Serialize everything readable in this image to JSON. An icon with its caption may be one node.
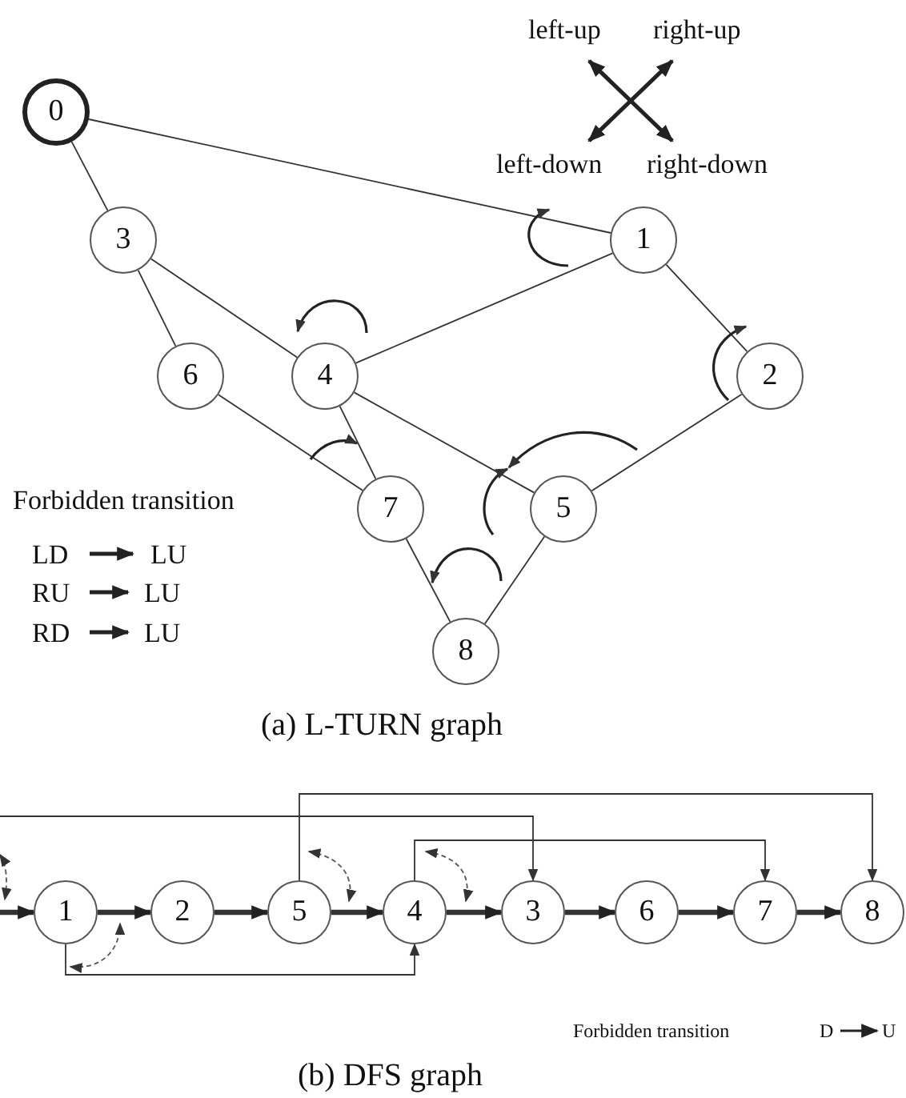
{
  "diagram": {
    "nodes": [
      {
        "text": [
          "0"
        ]
      },
      {
        "text": [
          "1"
        ]
      },
      {
        "text": [
          "2"
        ]
      },
      {
        "text": [
          "3"
        ]
      },
      {
        "text": [
          "4"
        ]
      },
      {
        "text": [
          "5"
        ]
      },
      {
        "text": [
          "6"
        ]
      },
      {
        "text": [
          "7"
        ]
      },
      {
        "text": [
          "8"
        ]
      },
      {
        "text": [
          "1"
        ]
      },
      {
        "text": [
          "2"
        ]
      },
      {
        "text": [
          "5"
        ]
      },
      {
        "text": [
          "4"
        ]
      },
      {
        "text": [
          "3"
        ]
      },
      {
        "text": [
          "6"
        ]
      },
      {
        "text": [
          "7"
        ]
      },
      {
        "text": [
          "8"
        ]
      }
    ],
    "edges": [
      {
        "from": 0,
        "to": 3,
        "arrow": "none"
      },
      {
        "from": 0,
        "to": 1,
        "arrow": "none"
      },
      {
        "from": 3,
        "to": 6,
        "arrow": "none"
      },
      {
        "from": 3,
        "to": 4,
        "arrow": "none"
      },
      {
        "from": 1,
        "to": 4,
        "arrow": "none"
      },
      {
        "from": 1,
        "to": 2,
        "arrow": "none"
      },
      {
        "from": 4,
        "to": 7,
        "arrow": "none"
      },
      {
        "from": 4,
        "to": 5,
        "arrow": "none"
      },
      {
        "from": 6,
        "to": 7,
        "arrow": "none"
      },
      {
        "from": 2,
        "to": 5,
        "arrow": "none"
      },
      {
        "from": 7,
        "to": 8,
        "arrow": "none"
      },
      {
        "from": 5,
        "to": 8,
        "arrow": "none"
      },
      {
        "from": null,
        "to": 9,
        "arrow": "to",
        "style": "thick"
      },
      {
        "from": 9,
        "to": 10,
        "arrow": "to",
        "style": "thick"
      },
      {
        "from": 10,
        "to": 11,
        "arrow": "to",
        "style": "thick"
      },
      {
        "from": 11,
        "to": 12,
        "arrow": "to",
        "style": "thick"
      },
      {
        "from": 12,
        "to": 13,
        "arrow": "to",
        "style": "thick"
      },
      {
        "from": 13,
        "to": 14,
        "arrow": "to",
        "style": "thick"
      },
      {
        "from": 14,
        "to": 15,
        "arrow": "to",
        "style": "thick"
      },
      {
        "from": 15,
        "to": 16,
        "arrow": "to",
        "style": "thick"
      },
      {
        "from": null,
        "to": 13,
        "arrow": "to"
      },
      {
        "from": 11,
        "to": 16,
        "arrow": "to"
      },
      {
        "from": 12,
        "to": 15,
        "arrow": "to"
      },
      {
        "from": 9,
        "to": 12,
        "arrow": "to"
      }
    ],
    "labels": [
      "left-up",
      "right-up",
      "left-down",
      "right-down",
      "Forbidden transition",
      "LD",
      "LU",
      "RU",
      "LU",
      "RD",
      "LU",
      "(a) L-TURN graph",
      "Forbidden transition",
      "D",
      "U",
      "(b) DFS graph"
    ]
  }
}
